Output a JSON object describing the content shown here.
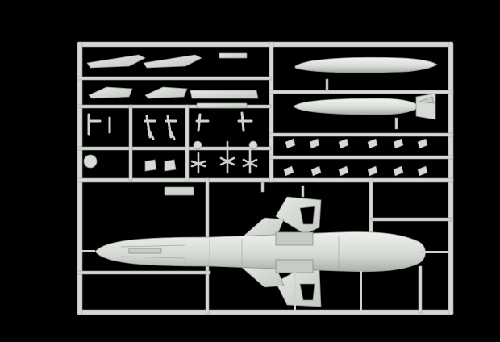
{
  "scene": {
    "subject": "plastic-model-kit-sprue",
    "colors": {
      "background": "#000000",
      "plastic": "#d7dbd6",
      "plastic_shadow": "#9fa59f",
      "plastic_highlight": "#eef0ec"
    },
    "parts": [
      "pylon",
      "pylon",
      "pylon",
      "pylon",
      "pylon-strip",
      "landing-gear-leg",
      "landing-gear-leg",
      "landing-gear-leg",
      "landing-gear-leg",
      "wheel",
      "wheel",
      "wheel",
      "antenna",
      "antenna",
      "antenna",
      "antenna",
      "antenna",
      "antenna",
      "antenna",
      "antenna",
      "antenna",
      "antenna",
      "antenna",
      "antenna",
      "antenna",
      "antenna",
      "antenna",
      "antenna",
      "fuel-tank",
      "bomb",
      "fuselage-underside"
    ]
  }
}
